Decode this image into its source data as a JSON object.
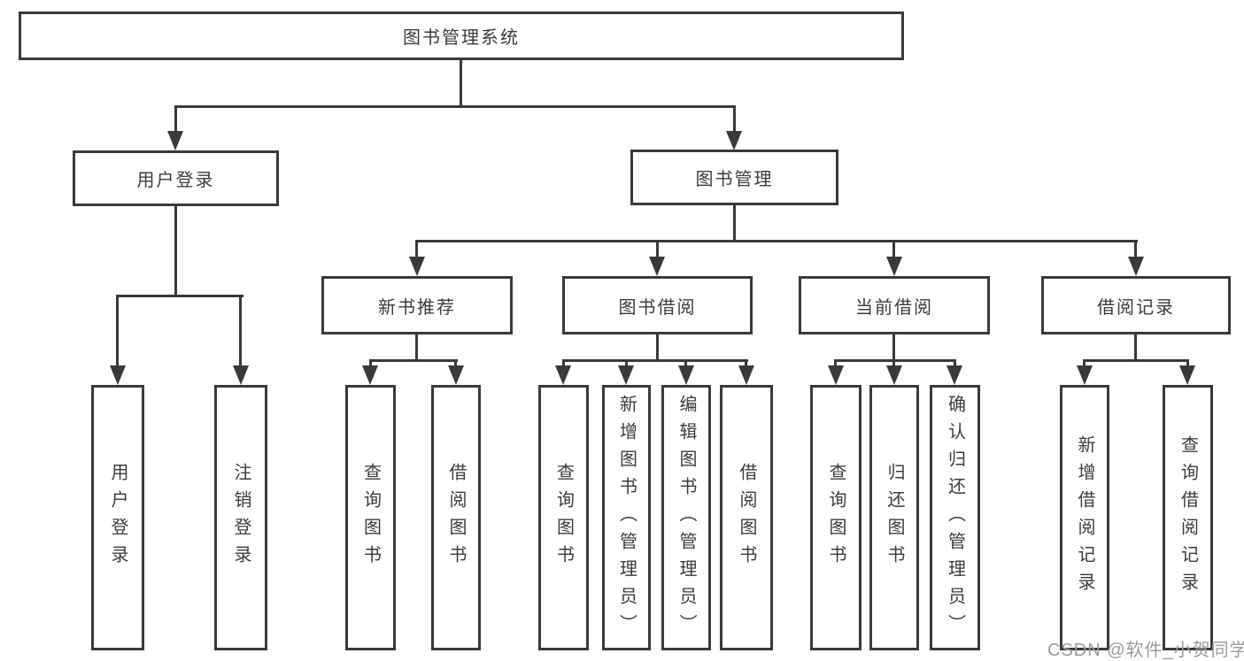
{
  "colors": {
    "line": "#3a3a3a",
    "text": "#3c3c3c",
    "watermark_text_color": "#9b9b9b",
    "background": "#ffffff"
  },
  "tree": {
    "root": {
      "label": "图书管理系统"
    },
    "branches": [
      {
        "label": "用户登录",
        "children": [
          {
            "label": "用户登录"
          },
          {
            "label": "注销登录"
          }
        ]
      },
      {
        "label": "图书管理",
        "groups": [
          {
            "label": "新书推荐",
            "children": [
              {
                "label": "查询图书"
              },
              {
                "label": "借阅图书"
              }
            ]
          },
          {
            "label": "图书借阅",
            "children": [
              {
                "label": "查询图书"
              },
              {
                "label": "新增图书（管理员）"
              },
              {
                "label": "编辑图书（管理员）"
              },
              {
                "label": "借阅图书"
              }
            ]
          },
          {
            "label": "当前借阅",
            "children": [
              {
                "label": "查询图书"
              },
              {
                "label": "归还图书"
              },
              {
                "label": "确认归还（管理员）"
              }
            ]
          },
          {
            "label": "借阅记录",
            "children": [
              {
                "label": "新增借阅记录"
              },
              {
                "label": "查询借阅记录"
              }
            ]
          }
        ]
      }
    ]
  },
  "watermark": {
    "text": "CSDN @软件_小贺同学"
  }
}
